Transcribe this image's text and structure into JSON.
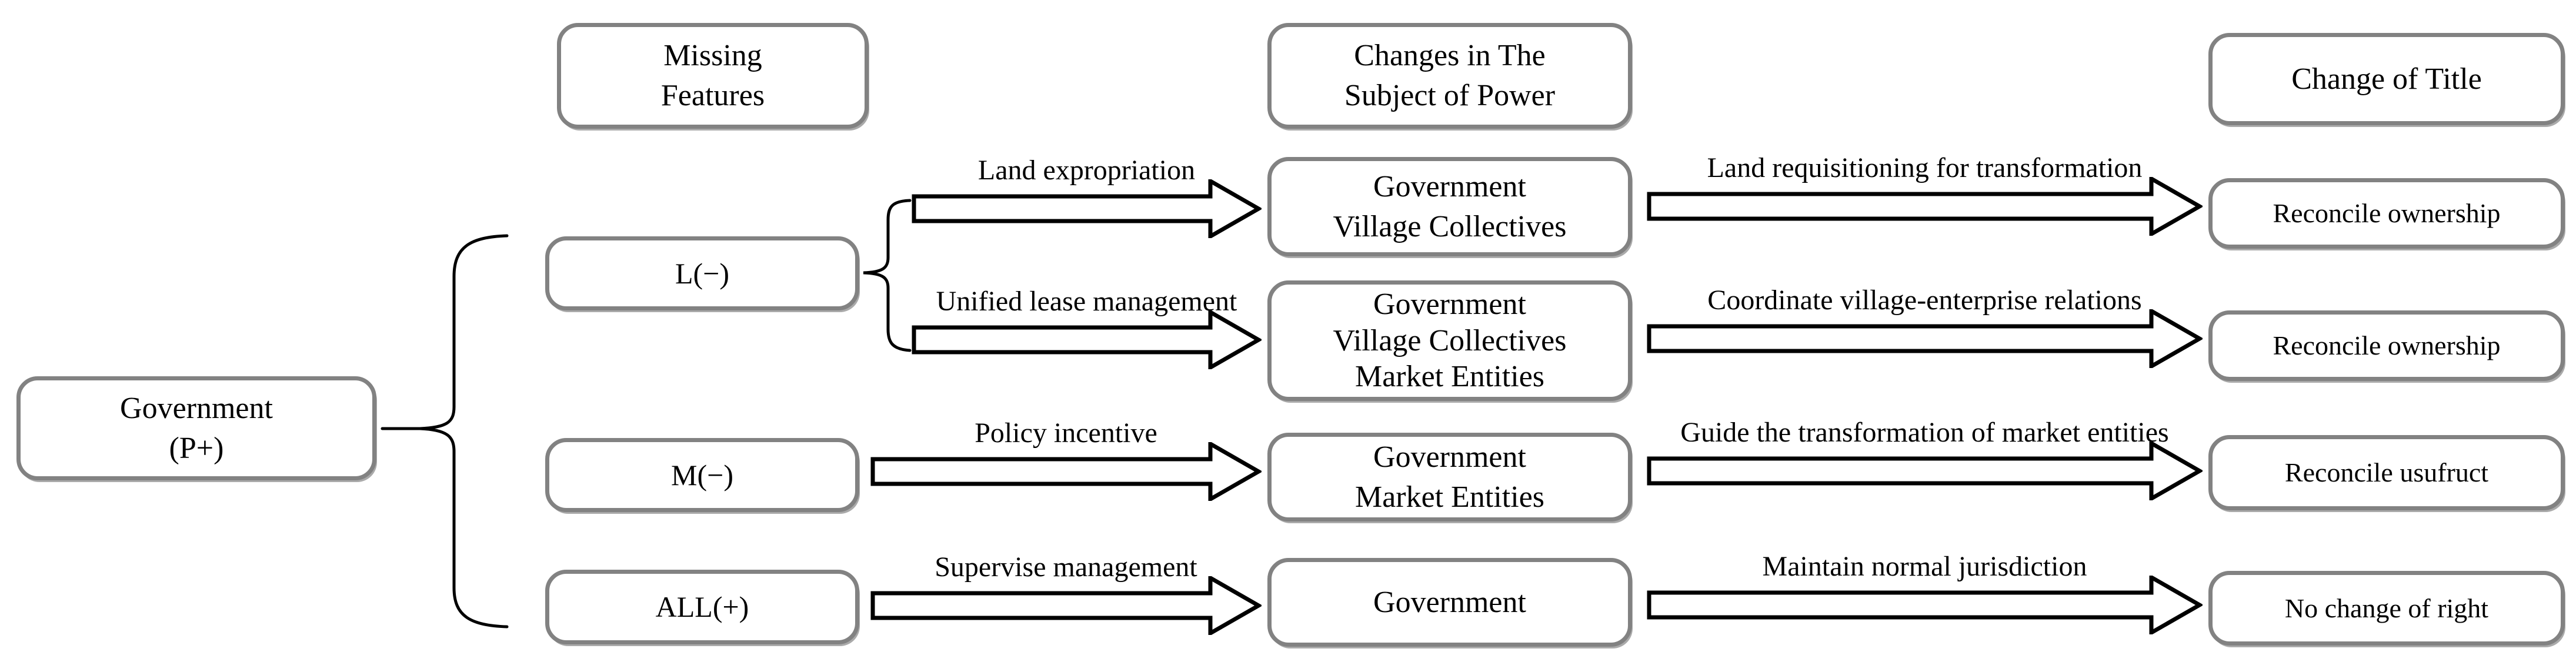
{
  "figure": {
    "source": {
      "line1": "Government",
      "line2": "(P+)"
    },
    "headers": {
      "missing": {
        "line1": "Missing",
        "line2": "Features"
      },
      "subject": {
        "line1": "Changes in The",
        "line2": "Subject of Power"
      },
      "title": {
        "line1": "Change of Title"
      }
    },
    "features": {
      "l": "L(−)",
      "m": "M(−)",
      "all": "ALL(+)"
    },
    "rows": [
      {
        "action": "Land expropriation",
        "subject_lines": [
          "Government",
          "Village Collectives"
        ],
        "outcome_action": "Land requisitioning for transformation",
        "outcome": "Reconcile ownership"
      },
      {
        "action": "Unified lease management",
        "subject_lines": [
          "Government",
          "Village Collectives",
          "Market Entities"
        ],
        "outcome_action": "Coordinate village-enterprise relations",
        "outcome": "Reconcile ownership"
      },
      {
        "action": "Policy incentive",
        "subject_lines": [
          "Government",
          "Market Entities"
        ],
        "outcome_action": "Guide the transformation of market entities",
        "outcome": "Reconcile usufruct"
      },
      {
        "action": "Supervise management",
        "subject_lines": [
          "Government"
        ],
        "outcome_action": "Maintain normal jurisdiction",
        "outcome": "No change of right"
      }
    ],
    "colors": {
      "box_border": "#828282",
      "line": "#000000",
      "text": "#000000",
      "background": "#ffffff"
    }
  }
}
